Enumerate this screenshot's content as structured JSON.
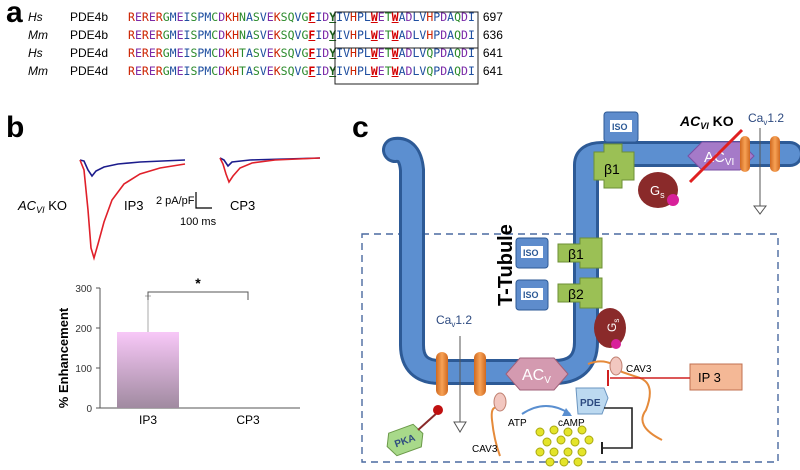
{
  "panel_a": {
    "label": "a",
    "rows": [
      {
        "species": "Hs",
        "gene": "PDE4b",
        "seq": "RERERGMEISPMCDKHNASVEKSQVGFIDYIVHPLWETWADLVHPDAQDI",
        "end": "697"
      },
      {
        "species": "Mm",
        "gene": "PDE4b",
        "seq": "RERERGMEISPMCDKHNASVEKSQVGFIDYIVHPLWETWADLVHPDAQDI",
        "end": "636"
      },
      {
        "species": "Hs",
        "gene": "PDE4d",
        "seq": "RERERGMEISPMCDKHTASVEKSQVGFIDYIVHPLWETWADLVQPDAQDI",
        "end": "641"
      },
      {
        "species": "Mm",
        "gene": "PDE4d",
        "seq": "RERERGMEISPMCDKHTASVEKSQVGFIDYIVHPLWETWADLVQPDAQDI",
        "end": "641"
      }
    ],
    "colors": {
      "basic": "#cc2200",
      "acidic": "#7a2aa8",
      "polar": "#2a8a2a",
      "hydrophobic": "#1f4fa0",
      "other": "#444444",
      "highlight": "#d40000",
      "highlight_y": "#1a5e1a"
    }
  },
  "panel_b": {
    "label": "b",
    "trace_label_prefix": "AC",
    "trace_label_sub": "VI",
    "trace_label_suffix": " KO",
    "ip3_label": "IP3",
    "cp3_label": "CP3",
    "scale_y": "2 pA/pF",
    "scale_x": "100 ms",
    "trace_colors": {
      "ko": "#1c1c8c",
      "wt": "#e0202a"
    },
    "chart_data": {
      "type": "bar",
      "categories": [
        "IP3",
        "CP3"
      ],
      "values": [
        190,
        0
      ],
      "error": [
        90,
        0
      ],
      "ylabel": "% Enhancement",
      "yticks": [
        "0",
        "100",
        "200",
        "300"
      ],
      "ylim": [
        0,
        300
      ],
      "significance": "*",
      "bar_color_top": "#f8c8f8",
      "bar_color_bottom": "#a08aa0"
    }
  },
  "panel_c": {
    "label": "c",
    "t_tubule": "T-Tubule",
    "iso": "ISO",
    "beta1": "β1",
    "beta2": "β2",
    "gs": "G",
    "gs_sub": "s",
    "acvi_ko_prefix": "AC",
    "acvi_ko_sub": "VI",
    "acvi_ko_suffix": " KO",
    "acvi_ac": "AC",
    "acvi_sub": "VI",
    "acv_ac": "AC",
    "acv_sub": "V",
    "cav_top": "Ca",
    "cav_top_sub": "v",
    "cav_top_suffix": "1.2",
    "pde": "PDE",
    "cav3_a": "CAV3",
    "cav3_b": "CAV3",
    "ip3": "IP 3",
    "pka": "PKA",
    "atp": "ATP",
    "camp": "cAMP",
    "colors": {
      "tubule": "#4a7cc0",
      "tubule_edge": "#2d5a96",
      "channel": "#f08a3a",
      "beta": "#9bc055",
      "gs": "#8a2a2a",
      "ac": "#a57ac8",
      "pde": "#bcd9f0",
      "ip3": "#f4b896",
      "camp": "#e4e42a",
      "pka": "#a8d98a",
      "ko_cross": "#e02020"
    }
  }
}
